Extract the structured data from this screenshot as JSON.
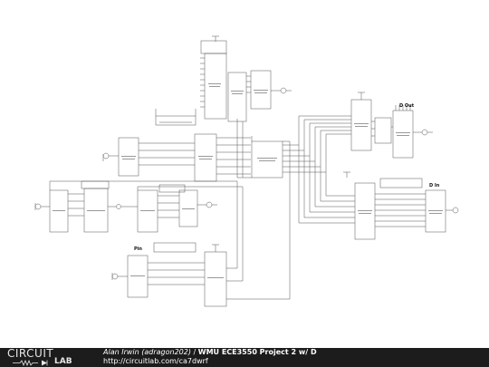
{
  "schematic": {
    "labels": {
      "d_out": "D Out",
      "d_in": "D In",
      "pin": "Pin"
    }
  },
  "footer": {
    "logo_top": "CIRCUIT",
    "logo_bottom": "LAB",
    "author": "Alan Irwin (adragon202)",
    "separator": " / ",
    "project": "WMU ECE3550 Project 2 w/ D",
    "url": "http://circuitlab.com/ca7dwrf"
  },
  "colors": {
    "wire": "#555555",
    "footer_bg": "#1c1c1c",
    "footer_text": "#ffffff"
  }
}
